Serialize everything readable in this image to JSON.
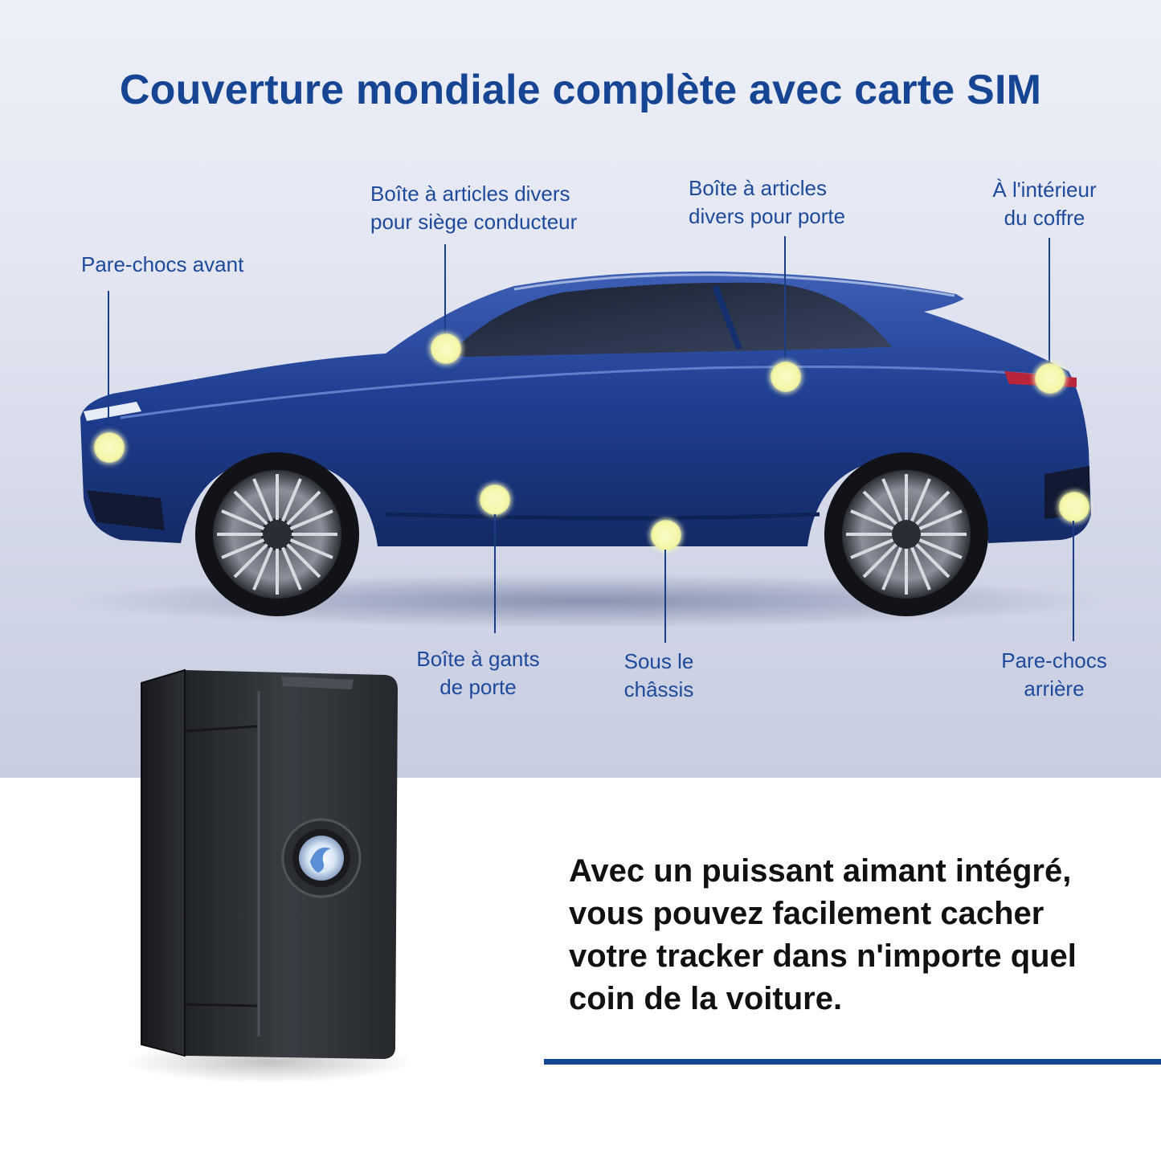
{
  "headline": "Couverture mondiale complète avec carte SIM",
  "callouts": {
    "front_bumper": "Pare-chocs avant",
    "driver_seat_1": "Boîte à articles divers",
    "driver_seat_2": "pour siège conducteur",
    "door_box_1": "Boîte à articles",
    "door_box_2": "divers pour porte",
    "trunk_1": "À l'intérieur",
    "trunk_2": "du coffre",
    "glove_1": "Boîte à gants",
    "glove_2": "de porte",
    "chassis_1": "Sous le",
    "chassis_2": "châssis",
    "rear_bumper_1": "Pare-chocs",
    "rear_bumper_2": "arrière"
  },
  "description": {
    "line1": "Avec un puissant aimant intégré,",
    "line2": "vous pouvez facilement cacher",
    "line3": "votre tracker dans n'importe quel",
    "line4": "coin de la voiture."
  },
  "colors": {
    "accent": "#164594",
    "callout_text": "#1d4a9a",
    "marker": "#f4f6a6",
    "car_body": "#1d3f8f",
    "device_body": "#2e3135"
  },
  "icons": [
    "car-image",
    "gps-tracker-image",
    "location-marker-icon"
  ]
}
